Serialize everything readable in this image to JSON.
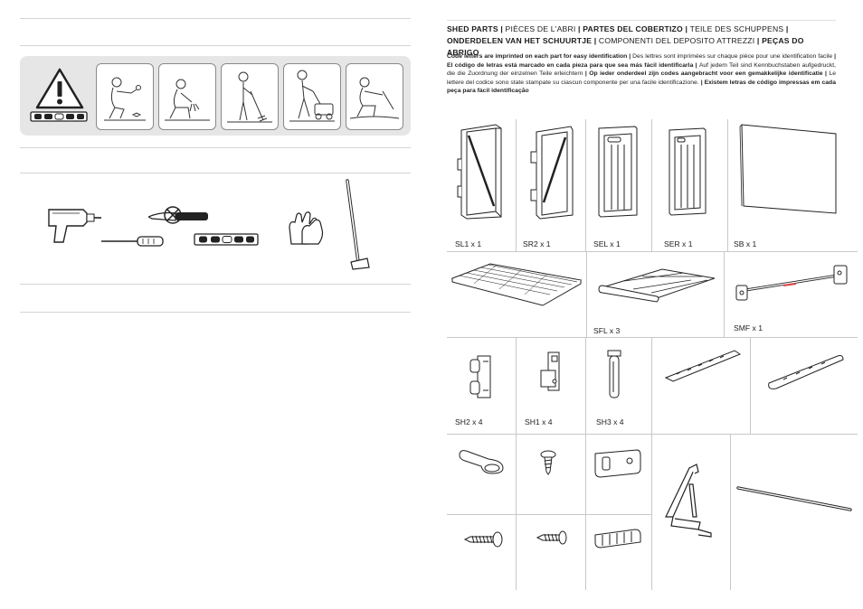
{
  "header": {
    "title_segments": [
      {
        "text": "SHED PARTS",
        "bold": true
      },
      {
        "text": " | ",
        "bold": true
      },
      {
        "text": "PIÈCES DE L'ABRI",
        "bold": false
      },
      {
        "text": " | ",
        "bold": true
      },
      {
        "text": "PARTES DEL COBERTIZO",
        "bold": true
      },
      {
        "text": " | ",
        "bold": true
      },
      {
        "text": "TEILE DES SCHUPPENS",
        "bold": false
      },
      {
        "text": " | ",
        "bold": true
      },
      {
        "text": "ONDERDELEN VAN HET SCHUURTJE",
        "bold": true
      },
      {
        "text": " | ",
        "bold": true
      },
      {
        "text": "COMPONENTI DEL DEPOSITO ATTREZZI",
        "bold": false
      },
      {
        "text": " | ",
        "bold": true
      },
      {
        "text": "PEÇAS DO ABRIGO",
        "bold": true
      }
    ],
    "description_segments": [
      {
        "text": "Code letters are imprinted on each part for easy identification",
        "bold": true
      },
      {
        "text": " | ",
        "bold": true
      },
      {
        "text": "Des lettres sont imprimées sur chaque pièce pour une identification facile",
        "bold": false
      },
      {
        "text": " | ",
        "bold": true
      },
      {
        "text": "El código de letras está marcado en cada pieza para que sea más fácil identificarla",
        "bold": true
      },
      {
        "text": " | ",
        "bold": true
      },
      {
        "text": "Auf jedem Teil sind Kennbuchstaben aufgedruckt, die die Zuordnung der einzelnen Teile erleichtern",
        "bold": false
      },
      {
        "text": " | ",
        "bold": true
      },
      {
        "text": "Op ieder onderdeel zijn codes aangebracht voor een gemakkelijke identificatie",
        "bold": true
      },
      {
        "text": " | ",
        "bold": true
      },
      {
        "text": "Le lettere del codice sono state stampate su ciascun componente per una facile identificazione.",
        "bold": false
      },
      {
        "text": " | ",
        "bold": true
      },
      {
        "text": "Existem letras de código impressas em cada peça para fácil identificação",
        "bold": true
      }
    ]
  },
  "parts": {
    "sl1": "SL1 x 1",
    "sr2": "SR2 x 1",
    "sel": "SEL x 1",
    "ser": "SER x 1",
    "sb": "SB x 1",
    "sfl": "SFL x 3",
    "smf": "SMF x 1",
    "sh2": "SH2 x 4",
    "sh1": "SH1 x 4",
    "sh3": "SH3 x 4"
  },
  "icons": {
    "warning": "warning-triangle-icon",
    "level": "spirit-level-icon",
    "drill": "drill-icon",
    "screwdriver": "screwdriver-icon",
    "knife": "knife-icon",
    "gloves": "gloves-icon",
    "hoe": "hoe-icon"
  }
}
